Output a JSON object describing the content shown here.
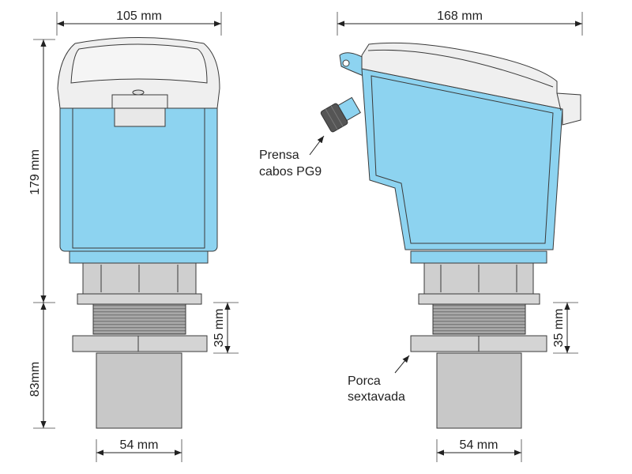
{
  "dimensions": {
    "front_width": "105 mm",
    "side_width": "168 mm",
    "housing_height": "179 mm",
    "sensor_height": "83mm",
    "thread_length_front": "35 mm",
    "thread_length_side": "35 mm",
    "sensor_diameter_front": "54 mm",
    "sensor_diameter_side": "54 mm"
  },
  "callouts": {
    "cable_gland_line1": "Prensa",
    "cable_gland_line2": "cabos PG9",
    "hex_nut_line1": "Porca",
    "hex_nut_line2": "sextavada"
  },
  "colors": {
    "housing": "#8dd3f0",
    "lid": "#efefef",
    "metal": "#cfcfcf",
    "gland": "#555555"
  }
}
